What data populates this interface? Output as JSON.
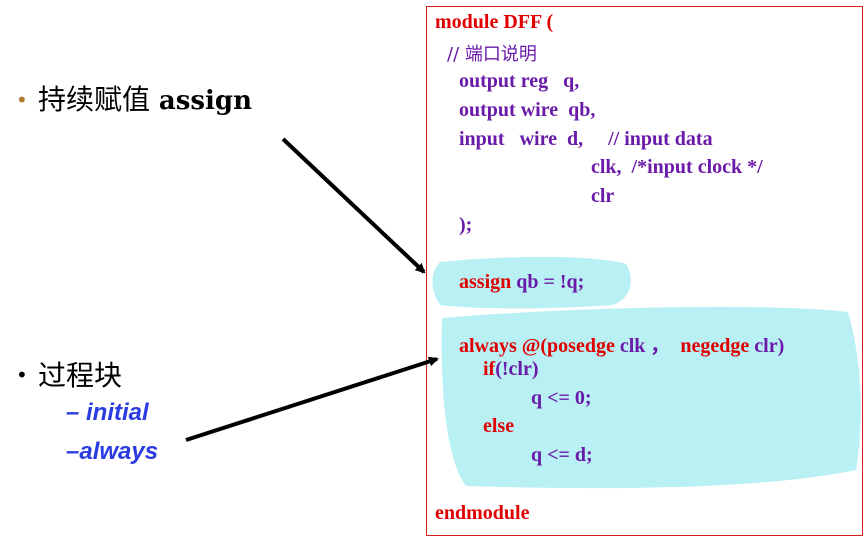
{
  "bullets": [
    {
      "text": "持续赋值",
      "keyword": "assign"
    },
    {
      "text": "过程块"
    }
  ],
  "subitems": [
    "– initial",
    "–always"
  ],
  "code": {
    "l1_kw": "module",
    "l1_rest": " DFF (",
    "l2": "// 端口说明",
    "l3_a": "output",
    "l3_b": " reg   q,",
    "l4_a": "output",
    "l4_b": " wire  qb,",
    "l5_a": "input",
    "l5_b": "   wire  d,     // input data",
    "l6": "clk,  /*input clock */",
    "l7": "clr",
    "l8": ");",
    "l9_kw": "assign",
    "l9_rest": " qb = !q;",
    "l10_a": "always @(",
    "l10_b": "posedge",
    "l10_c": " clk ，  ",
    "l10_d": "negedge",
    "l10_e": " clr)",
    "l11_a": "if",
    "l11_b": "(!clr)",
    "l12": "q <= 0;",
    "l13": "else",
    "l14": "q <= d;",
    "l15": "endmodule"
  },
  "colors": {
    "keyword": "#e00000",
    "code": "#6a1aa8",
    "highlight": "#b8f0f4",
    "box_border": "#d82020",
    "sub": "#2a3be0"
  }
}
